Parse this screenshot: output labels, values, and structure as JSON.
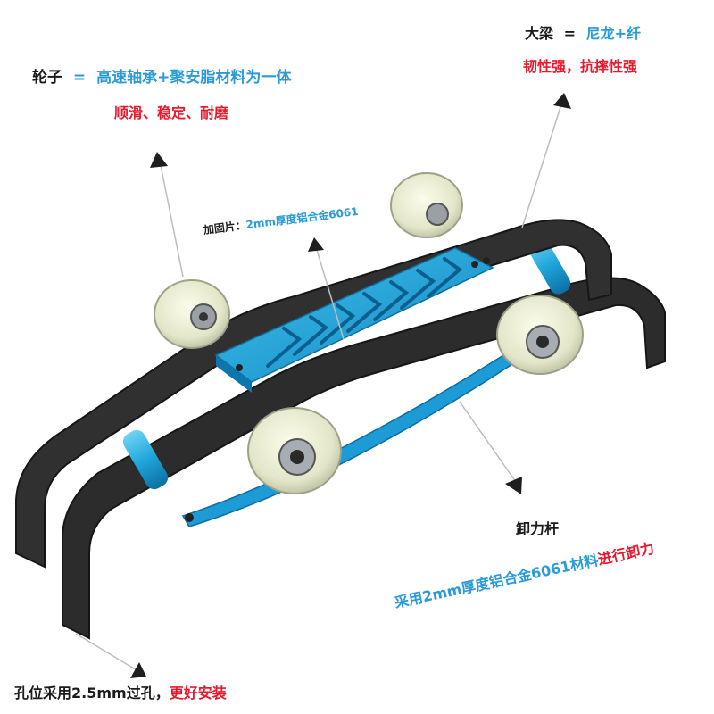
{
  "callouts": {
    "wheel": {
      "name": "轮子",
      "eq": "=",
      "spec": "高速轴承+聚安脂材料为一体",
      "feature": "顺滑、稳定、耐磨"
    },
    "beam": {
      "name": "大梁",
      "eq": "=",
      "spec": "尼龙+纤",
      "feature": "韧性强，抗摔性强"
    },
    "plate": {
      "name": "加固片：",
      "spec": "2mm厚度铝合金6061"
    },
    "rod": {
      "name": "卸力杆",
      "spec": "采用2mm厚度铝合金6061材料",
      "spec_tail": "进行卸力"
    },
    "hole": {
      "spec": "孔位采用2.5mm过孔，",
      "feature": "更好安装"
    }
  },
  "colors": {
    "text_dark": "#1b1b1b",
    "accent_blue": "#2a9bd8",
    "accent_red": "#e8192c",
    "frame_black": "#2a2a2a",
    "aluminium_blue": "#1fa6dc",
    "wheel_tire": "#e6e8cf"
  }
}
